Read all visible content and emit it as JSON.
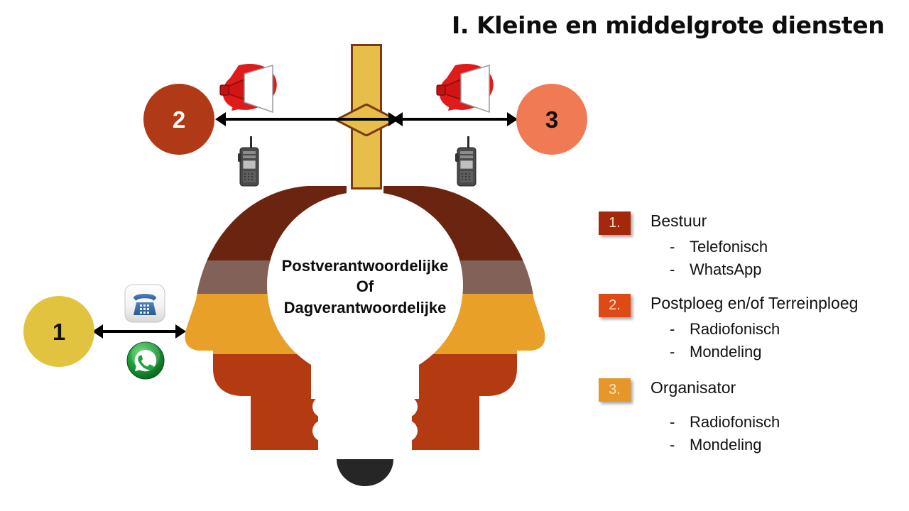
{
  "slide": {
    "title": "I. Kleine en middelgrote diensten",
    "background_color": "#FFFFFF"
  },
  "center": {
    "text_line1": "Postverantwoordelijke",
    "text_line2": "Of",
    "text_line3": "Dagverantwoordelijke",
    "bar_color": "#E8BE4B",
    "bar_outline_color": "#7A3A10"
  },
  "nodes": [
    {
      "id": "1",
      "label": "1",
      "color": "#E2C33F",
      "text_color": "#111111"
    },
    {
      "id": "2",
      "label": "2",
      "color": "#B03A17",
      "text_color": "#FFFFFF"
    },
    {
      "id": "3",
      "label": "3",
      "color": "#F07A54",
      "text_color": "#111111"
    }
  ],
  "icons": {
    "megaphone_left": "megaphone-icon",
    "megaphone_right": "megaphone-icon",
    "radio_left": "walkie-talkie-icon",
    "radio_right": "walkie-talkie-icon",
    "phone": "telephone-icon",
    "whatsapp": "whatsapp-icon"
  },
  "head_colors": {
    "band_dark_brown": "#6B2410",
    "band_taupe": "#826258",
    "band_amber": "#E8A028",
    "band_brick": "#B43A12",
    "bulb_base_tip": "#262626",
    "bulb_fill": "#FFFFFF"
  },
  "legend": {
    "items": [
      {
        "number": "1.",
        "badge_color": "#A5280C",
        "title": "Bestuur",
        "subitems": [
          {
            "dash": "-",
            "text": "Telefonisch"
          },
          {
            "dash": "-",
            "text": "WhatsApp"
          }
        ]
      },
      {
        "number": "2.",
        "badge_color": "#DE4A16",
        "title": "Postploeg en/of Terreinploeg",
        "subitems": [
          {
            "dash": "-",
            "text": "Radiofonisch"
          },
          {
            "dash": "-",
            "text": "Mondeling"
          }
        ]
      },
      {
        "number": "3.",
        "badge_color": "#E5972A",
        "title": "Organisator",
        "subitems": [
          {
            "dash": "-",
            "text": "Radiofonisch"
          },
          {
            "dash": "-",
            "text": "Mondeling"
          }
        ]
      }
    ]
  }
}
